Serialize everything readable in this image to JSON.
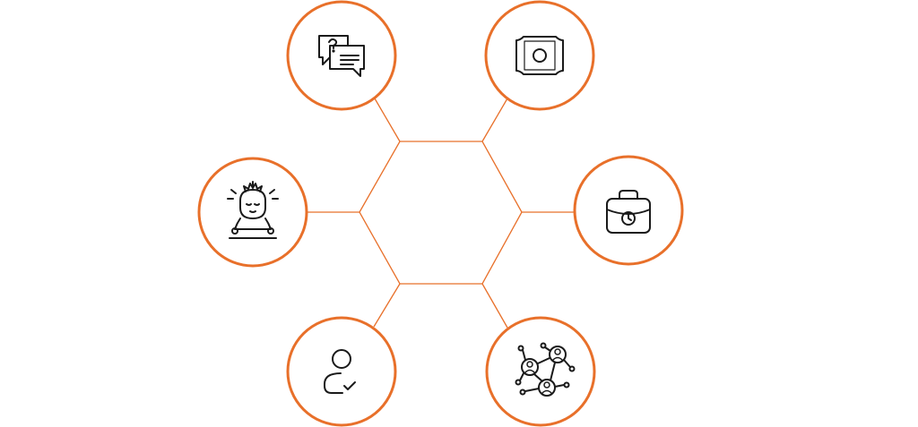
{
  "colors": {
    "accent": "#e8702a",
    "icon": "#1a1a1a",
    "background": "#ffffff"
  },
  "diagram": {
    "center_shape": "hexagon",
    "nodes": [
      {
        "id": "chat",
        "icon": "chat-question-icon"
      },
      {
        "id": "money",
        "icon": "banknote-icon"
      },
      {
        "id": "meditation",
        "icon": "meditation-person-icon"
      },
      {
        "id": "briefcase",
        "icon": "briefcase-clock-icon"
      },
      {
        "id": "user",
        "icon": "user-check-icon"
      },
      {
        "id": "network",
        "icon": "people-network-icon"
      }
    ]
  }
}
